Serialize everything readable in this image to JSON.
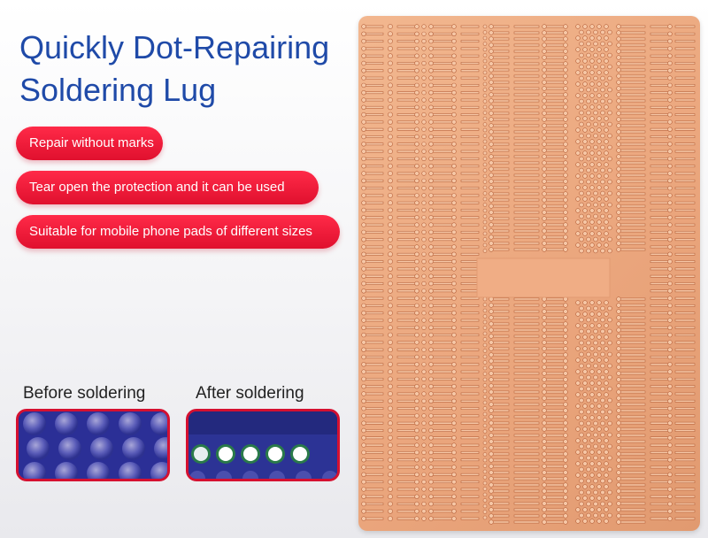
{
  "headline": {
    "line1": "Quickly Dot-Repairing",
    "line2": "Soldering Lug"
  },
  "features": [
    "Repair without marks",
    "Tear open the protection and it can be used",
    "Suitable for mobile phone pads of different sizes"
  ],
  "comparison": {
    "before_label": "Before soldering",
    "after_label": "After soldering"
  },
  "colors": {
    "headline": "#1f4aa8",
    "pill": "#e8142f",
    "board": "#eaa57c",
    "pad": "#f6c7a6",
    "pad_edge": "#b8643e"
  },
  "icons": [
    "soldering-lug-sheet",
    "before-solder-photo",
    "after-solder-photo"
  ]
}
